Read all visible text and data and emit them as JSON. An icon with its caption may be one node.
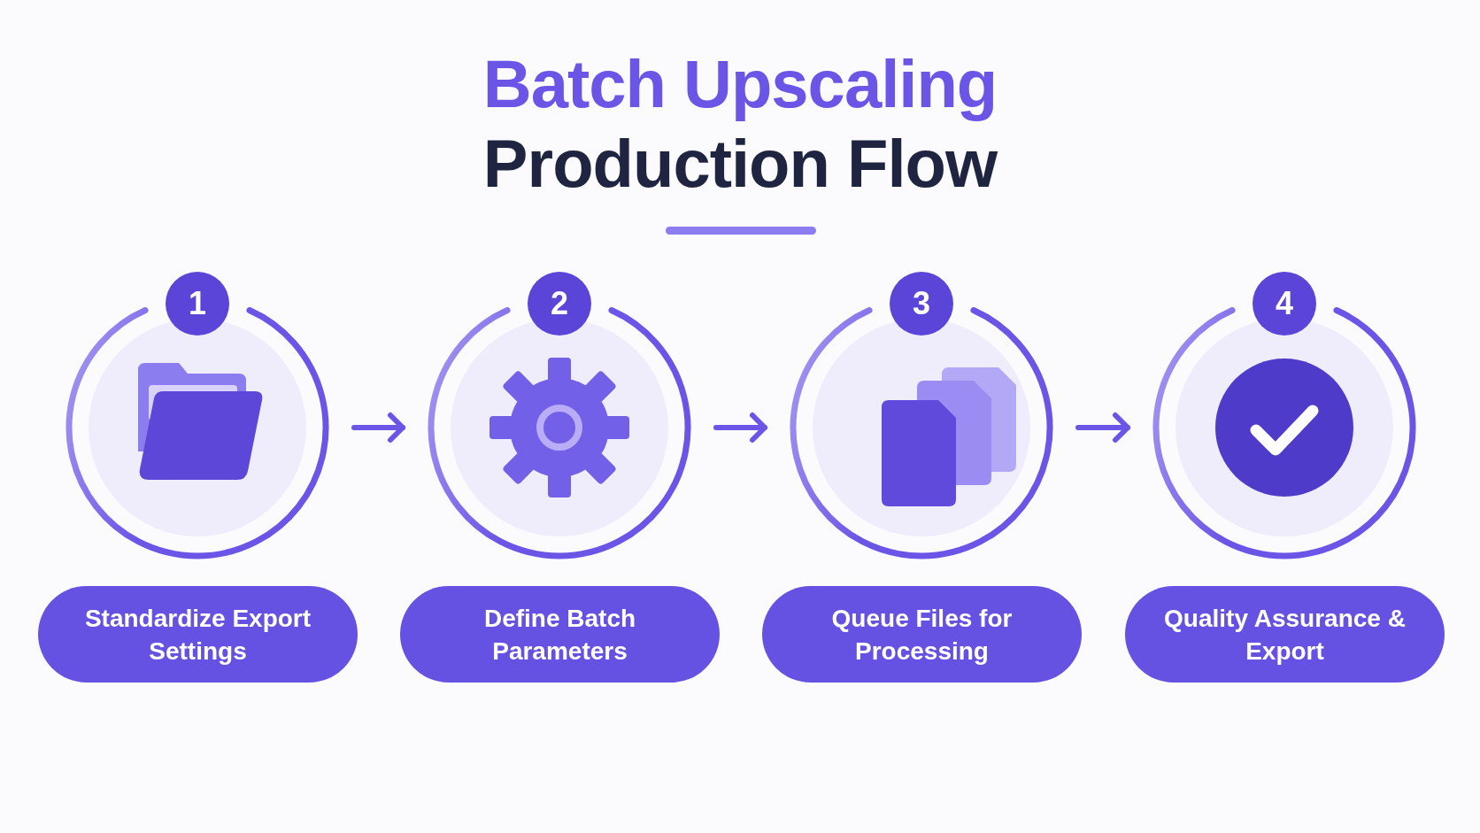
{
  "diagram": {
    "title": "Batch Upscaling Production Flow",
    "nodes": [
      {
        "text": [
          "1"
        ]
      },
      {
        "text": [
          "Standardize Export Settings"
        ]
      },
      {
        "text": [
          "2"
        ]
      },
      {
        "text": [
          "Define Batch Parameters"
        ]
      },
      {
        "text": [
          "3"
        ]
      },
      {
        "text": [
          "Queue Files for Processing"
        ]
      },
      {
        "text": [
          "4"
        ]
      },
      {
        "text": [
          "Quality Assurance & Export"
        ]
      }
    ],
    "edges": [
      {
        "from": 0,
        "to": 2,
        "arrow": "to"
      },
      {
        "from": 2,
        "to": 4,
        "arrow": "to"
      },
      {
        "from": 4,
        "to": 6,
        "arrow": "to"
      }
    ]
  }
}
